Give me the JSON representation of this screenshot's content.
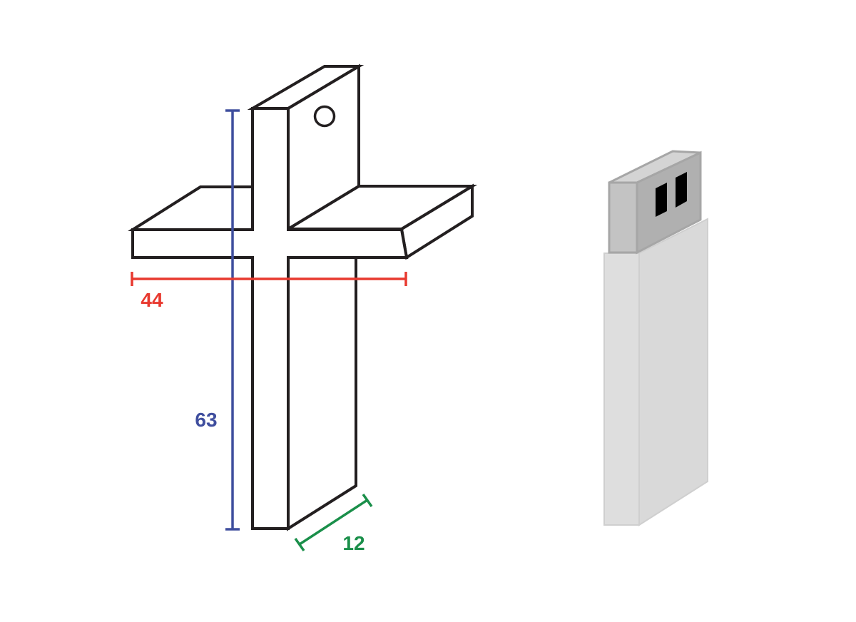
{
  "colors": {
    "outline": "#231f20",
    "height_dimension": "#3f4e9e",
    "width_dimension": "#e8392f",
    "depth_dimension": "#1a8f4a",
    "usb_connector_front": "#c3c3c3",
    "usb_connector_top": "#d4d4d4",
    "usb_connector_side": "#b0b0b0",
    "usb_connector_stroke": "#a6a6a6",
    "usb_contact": "#000000",
    "usb_body_front": "#dedede",
    "usb_body_side": "#d9d9d9",
    "usb_body_stroke": "#cfcfcf"
  },
  "cross_drawing": {
    "icon": "cross-outline-drawing",
    "has_keyring_hole": true,
    "dimensions": {
      "height": {
        "value": "63"
      },
      "width": {
        "value": "44"
      },
      "depth": {
        "value": "12"
      }
    }
  },
  "usb_drive": {
    "icon": "usb-flash-drive-icon",
    "contact_count": 2
  }
}
